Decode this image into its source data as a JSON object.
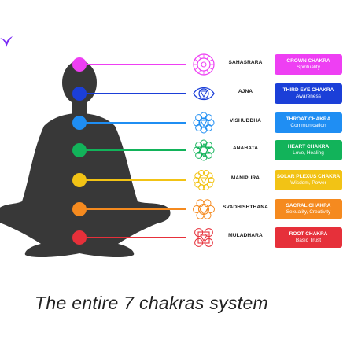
{
  "caption": "The entire 7 chakras system",
  "colors": {
    "figure": "#383838",
    "logo": "#7b2cf5"
  },
  "chakras": [
    {
      "sanskrit": "SAHASRARA",
      "title": "CROWN CHAKRA",
      "meaning": "Spirituality",
      "color": "#ee3ff3",
      "symbol_icon": "lotus-thousand-petal-icon"
    },
    {
      "sanskrit": "AJNA",
      "title": "THIRD EYE CHAKRA",
      "meaning": "Awareness",
      "color": "#1b3fd8",
      "symbol_icon": "two-petal-eye-icon"
    },
    {
      "sanskrit": "VISHUDDHA",
      "title": "THROAT CHAKRA",
      "meaning": "Communication",
      "color": "#1f8ef3",
      "symbol_icon": "sixteen-petal-lotus-icon"
    },
    {
      "sanskrit": "ANAHATA",
      "title": "HEART CHAKRA",
      "meaning": "Love, Healing",
      "color": "#12b35a",
      "symbol_icon": "hexagram-lotus-icon"
    },
    {
      "sanskrit": "MANIPURA",
      "title": "SOLAR PLEXUS CHAKRA",
      "meaning": "Wisdom, Power",
      "color": "#f2c315",
      "symbol_icon": "ten-petal-triangle-icon"
    },
    {
      "sanskrit": "SVADHISHTHANA",
      "title": "SACRAL CHAKRA",
      "meaning": "Sexuality, Creativity",
      "color": "#f58a1f",
      "symbol_icon": "six-petal-crescent-icon"
    },
    {
      "sanskrit": "MULADHARA",
      "title": "ROOT CHAKRA",
      "meaning": "Basic Trust",
      "color": "#e6303a",
      "symbol_icon": "four-petal-square-icon"
    }
  ]
}
